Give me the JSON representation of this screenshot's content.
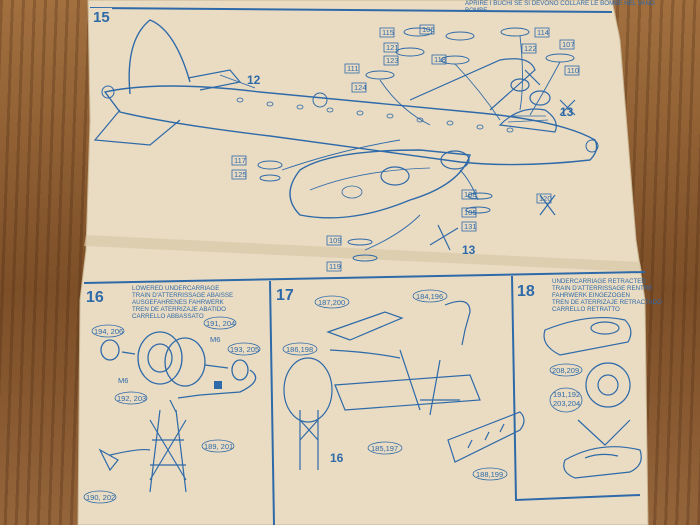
{
  "top_note": [
    "APRIRE I BUCHI SE SI DEVONO COLLARE LE BOMBE NEL VANO",
    "BOMBE"
  ],
  "step15": {
    "number": "15",
    "parts": [
      "115",
      "106",
      "111",
      "121",
      "107",
      "123",
      "118",
      "122",
      "110",
      "124",
      "12",
      "13",
      "117",
      "125",
      "108",
      "109",
      "119",
      "131",
      "105",
      "114",
      "120"
    ]
  },
  "step16": {
    "number": "16",
    "caption": [
      "LOWERED UNDERCARRIAGE",
      "TRAIN D'ATTERRISSAGE ABAISSE",
      "AUSGEFAHRENES FAHRWERK",
      "TREN DE ATERRIZAJE ABATIDO",
      "CARRELLO ABBASSATO"
    ],
    "parts": [
      "194, 206",
      "191, 204",
      "M6",
      "193, 205",
      "M6",
      "192, 203",
      "189, 201",
      "190, 202"
    ]
  },
  "step17": {
    "number": "17",
    "parts": [
      "187,200",
      "184,196",
      "186,198",
      "185,197",
      "188,199",
      "16"
    ]
  },
  "step18": {
    "number": "18",
    "caption": [
      "UNDERCARRIAGE RETRACTED",
      "TRAIN D'ATTERRISSAGE RENTRE",
      "FAHRWERK EINGEZOGEN",
      "TREN DE ATERRIZAJE RETRACTADO",
      "CARRELLO RETRATTO"
    ],
    "parts": [
      "208,209",
      "191,192",
      "203,204"
    ]
  }
}
